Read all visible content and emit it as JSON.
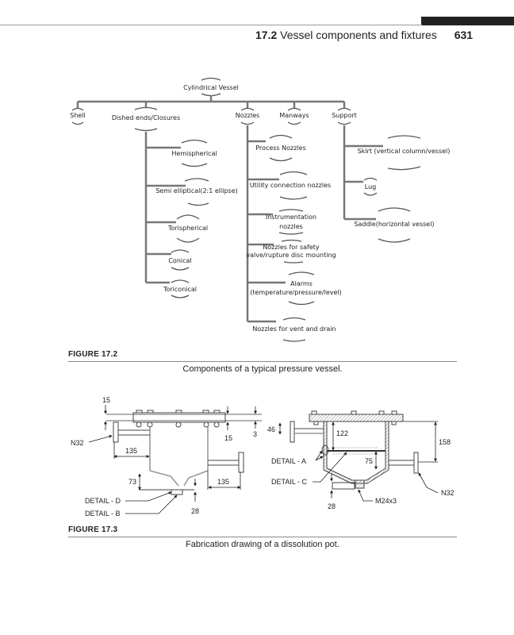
{
  "header": {
    "section_number": "17.2",
    "section_title": "Vessel components and fixtures",
    "page_number": "631"
  },
  "figure_17_2": {
    "label": "FIGURE 17.2",
    "caption": "Components of a typical pressure vessel.",
    "root": "Cylindrical Vessel",
    "categories": [
      {
        "label": "Shell",
        "children": []
      },
      {
        "label": "Dished ends/Closures",
        "children": [
          "Hemispherical",
          "Semi elliptical(2:1 ellipse)",
          "Torispherical",
          "Conical",
          "Toriconical"
        ]
      },
      {
        "label": "Nozzles",
        "children": [
          "Process Nozzles",
          "Utility connection nozzles",
          "Instrumentation nozzles",
          "Nozzles for safety valve/rupture disc mounting",
          "Alarms (temperature/pressure/level)",
          "Nozzles for vent and drain"
        ]
      },
      {
        "label": "Manways",
        "children": []
      },
      {
        "label": "Support",
        "children": [
          "Skirt (vertical column/vessel)",
          "Lug",
          "Saddle(horizontal vessel)"
        ]
      }
    ],
    "multiline": {
      "instr_1": "Instrumentation",
      "instr_2": "nozzles",
      "safety_1": "Nozzles for safety",
      "safety_2": "valve/rupture disc mounting",
      "alarm_1": "Alarms",
      "alarm_2": "(temperature/pressure/level)"
    }
  },
  "figure_17_3": {
    "label": "FIGURE 17.3",
    "caption": "Fabrication drawing of a dissolution pot.",
    "left_view": {
      "dims": {
        "top_15": "15",
        "right_15": "15",
        "right_3": "3",
        "left_135": "135",
        "right_135": "135",
        "d73": "73",
        "d28": "28"
      },
      "callouts": {
        "nozzle": "N32",
        "detail_d": "DETAIL - D",
        "detail_b": "DETAIL - B"
      }
    },
    "right_view": {
      "dims": {
        "d46": "46",
        "d122": "122",
        "d158": "158",
        "d75": "75",
        "d28": "28"
      },
      "callouts": {
        "detail_a": "DETAIL - A",
        "detail_c": "DETAIL - C",
        "nozzle": "N32",
        "thread": "M24x3"
      }
    }
  }
}
